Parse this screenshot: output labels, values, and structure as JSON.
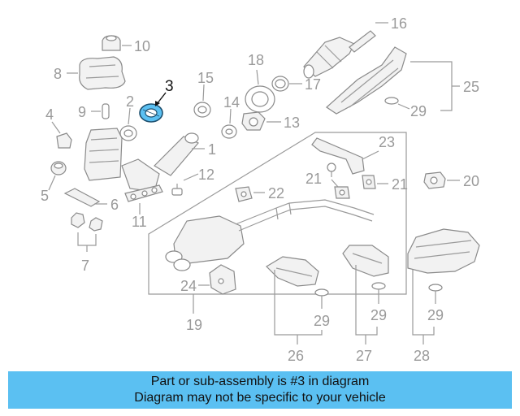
{
  "diagram": {
    "highlight_color": "#5bc0f2",
    "highlighted_part": "3",
    "labels": {
      "p1": "1",
      "p2": "2",
      "p3": "3",
      "p4": "4",
      "p5": "5",
      "p6": "6",
      "p7": "7",
      "p8": "8",
      "p9": "9",
      "p10": "10",
      "p11": "11",
      "p12": "12",
      "p13": "13",
      "p14": "14",
      "p15": "15",
      "p16": "16",
      "p17": "17",
      "p18": "18",
      "p19": "19",
      "p20": "20",
      "p21a": "21",
      "p21b": "21",
      "p22": "22",
      "p23": "23",
      "p24": "24",
      "p25": "25",
      "p26": "26",
      "p27": "27",
      "p28": "28",
      "p29a": "29",
      "p29b": "29",
      "p29c": "29",
      "p29d": "29"
    }
  },
  "banner": {
    "line1": "Part or sub-assembly is #3 in diagram",
    "line2": "Diagram may not be specific to your vehicle",
    "color": "#5bc0f2"
  }
}
